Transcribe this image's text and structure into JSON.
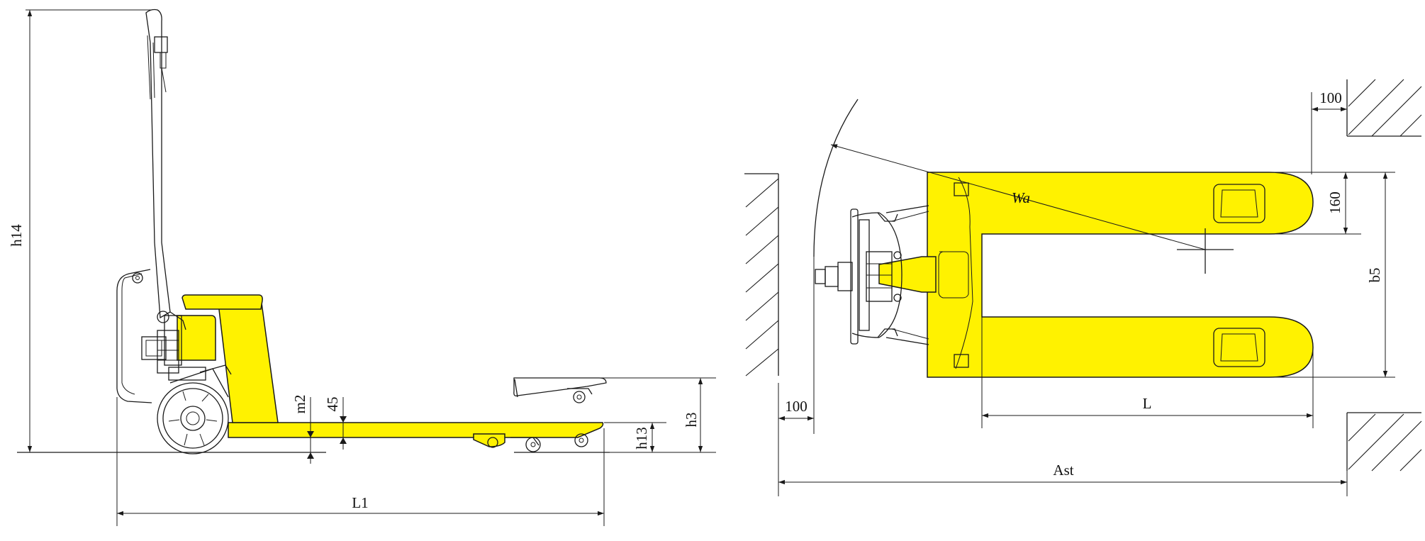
{
  "colors": {
    "frame_yellow": "#FFF200",
    "line": "#1A1A1A",
    "background": "#FFFFFF"
  },
  "side_view": {
    "dimensions": {
      "h14": "h14",
      "m2": "m2",
      "d45": "45",
      "h3": "h3",
      "h13": "h13",
      "L1": "L1"
    }
  },
  "top_view": {
    "dimensions": {
      "clearance_left": "100",
      "clearance_right": "100",
      "fork_width": "160",
      "b5": "b5",
      "Wa": "Wa",
      "L": "L",
      "Ast": "Ast"
    }
  }
}
